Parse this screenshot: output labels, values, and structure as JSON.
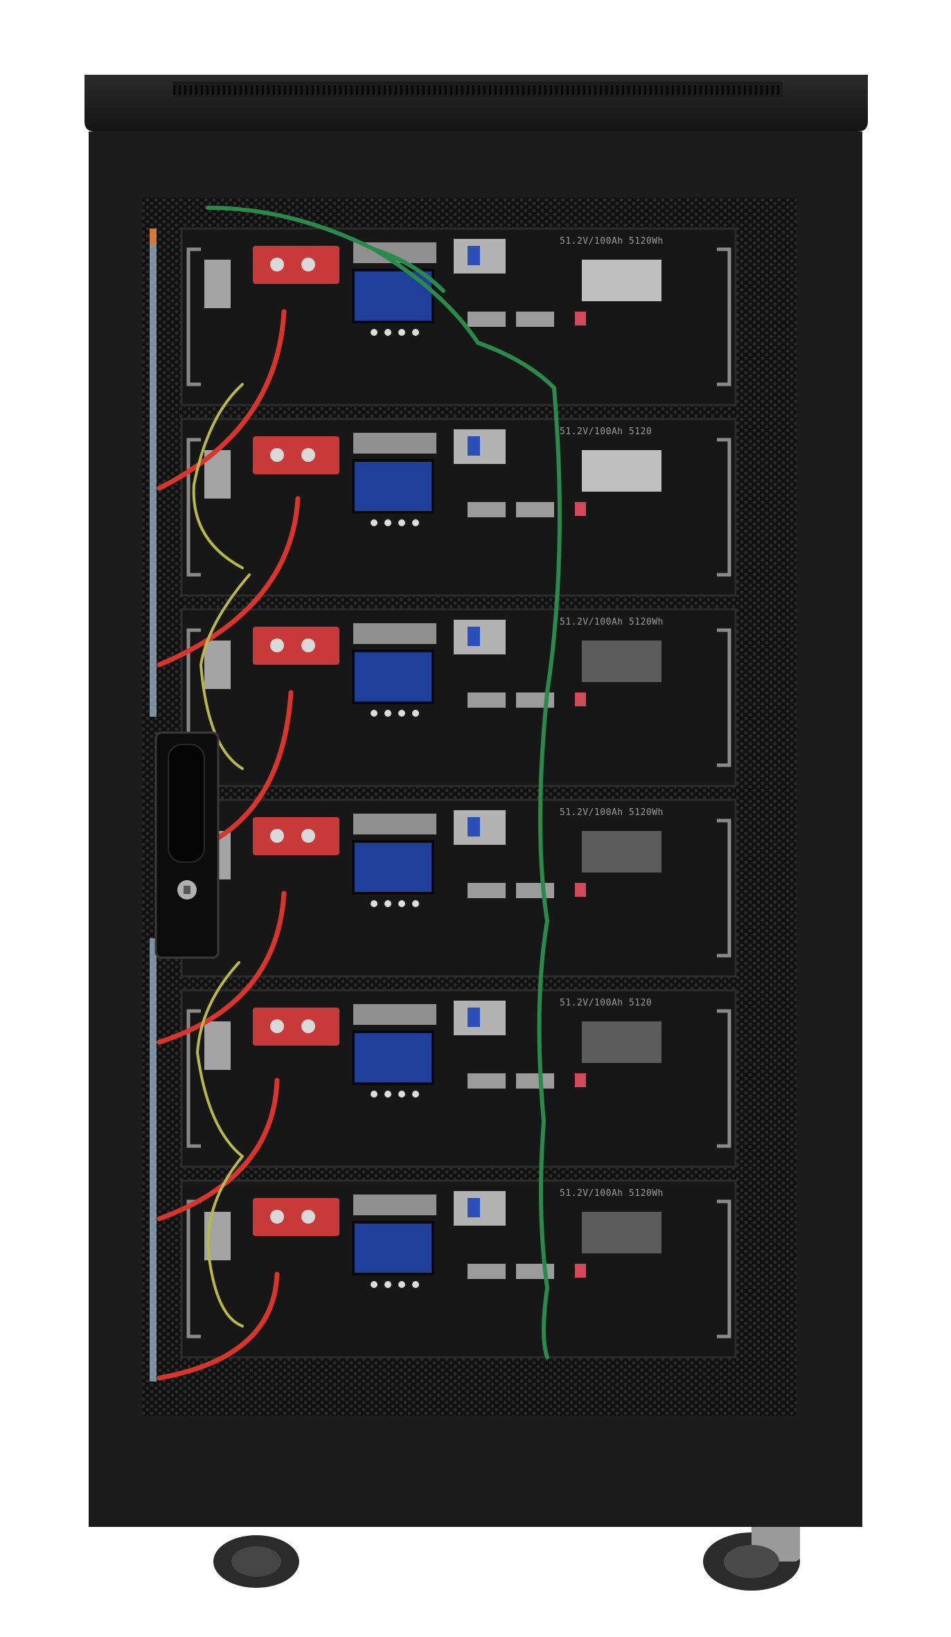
{
  "photo": {
    "subject": "server-rack-battery-cabinet",
    "background_color": "#ffffff",
    "cabinet_color": "#1c1c1c",
    "mesh_color": "#0a0a0a",
    "cable_colors": {
      "positive": "#d8352c",
      "communication": "#2a8a4a",
      "ground": "#b9b94a"
    }
  },
  "modules": [
    {
      "label": "51.2V/100Ah 5120Wh"
    },
    {
      "label": "51.2V/100Ah 5120"
    },
    {
      "label": "51.2V/100Ah 5120Wh"
    },
    {
      "label": "51.2V/100Ah 5120Wh"
    },
    {
      "label": "51.2V/100Ah 5120"
    },
    {
      "label": "51.2V/100Ah 5120Wh"
    }
  ]
}
